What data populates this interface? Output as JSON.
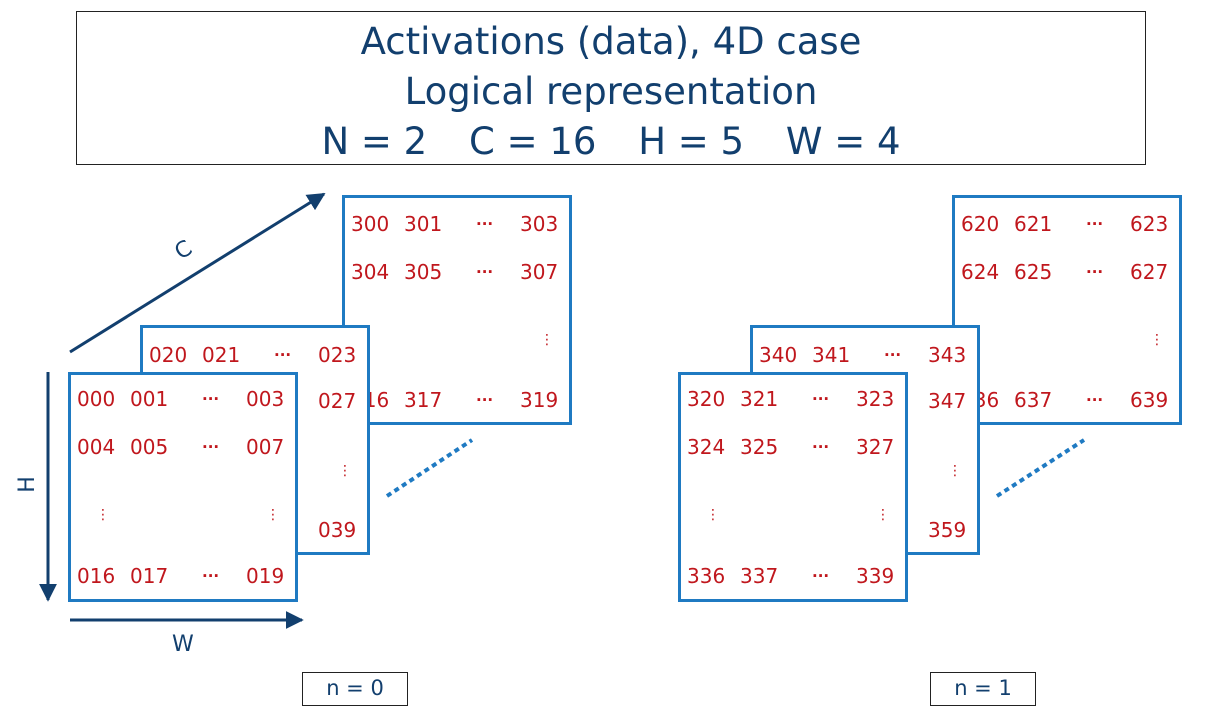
{
  "title": {
    "line1": "Activations (data), 4D case",
    "line2": "Logical representation",
    "params": [
      "N = 2",
      "C = 16",
      "H = 5",
      "W = 4"
    ]
  },
  "axes": {
    "c": "C",
    "h": "H",
    "w": "W"
  },
  "ellipsis": "···",
  "vellipsis": "⋮",
  "batch0": {
    "label": "n = 0",
    "back": {
      "r1a": "300",
      "r1b": "301",
      "r1c": "303",
      "r2a": "304",
      "r2b": "305",
      "r2c": "307",
      "r5a": "316",
      "r5b": "317",
      "r5c": "319"
    },
    "mid": {
      "r1a": "020",
      "r1b": "021",
      "r1c": "023",
      "r2c": "027",
      "r5c": "039"
    },
    "front": {
      "r1a": "000",
      "r1b": "001",
      "r1c": "003",
      "r2a": "004",
      "r2b": "005",
      "r2c": "007",
      "r5a": "016",
      "r5b": "017",
      "r5c": "019"
    }
  },
  "batch1": {
    "label": "n = 1",
    "back": {
      "r1a": "620",
      "r1b": "621",
      "r1c": "623",
      "r2a": "624",
      "r2b": "625",
      "r2c": "627",
      "r5a": "636",
      "r5b": "637",
      "r5c": "639"
    },
    "mid": {
      "r1a": "340",
      "r1b": "341",
      "r1c": "343",
      "r2c": "347",
      "r5c": "359"
    },
    "front": {
      "r1a": "320",
      "r1b": "321",
      "r1c": "323",
      "r2a": "324",
      "r2b": "325",
      "r2c": "327",
      "r5a": "336",
      "r5b": "337",
      "r5c": "339"
    }
  },
  "colors": {
    "frame": "#1f7ac2",
    "numbers": "#c0171d",
    "text": "#123f6e"
  }
}
